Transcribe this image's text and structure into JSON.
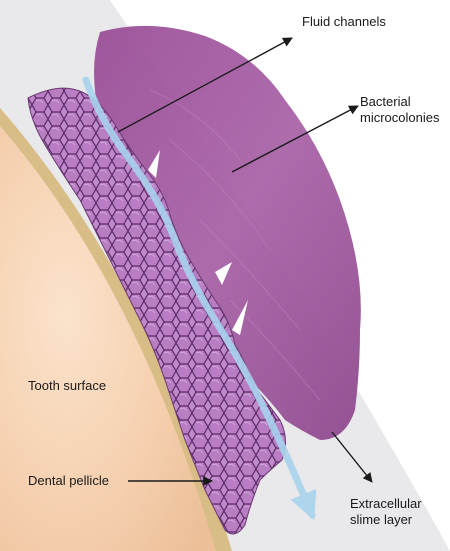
{
  "labels": {
    "fluid_channels": "Fluid channels",
    "bacterial_line1": "Bacterial",
    "bacterial_line2": "microcolonies",
    "tooth_surface": "Tooth surface",
    "dental_pellicle": "Dental pellicle",
    "slime_line1": "Extracellular",
    "slime_line2": "slime layer"
  },
  "colors": {
    "tooth": "#f5cfae",
    "pellicle": "#d8bd86",
    "slime": "#a05a9e",
    "microcolony": "#b879c2",
    "cell_outline": "#5b2a66",
    "fluid_channel": "#a9d3ee",
    "environment": "#e9e9ec",
    "arrow": "#1a1a1a"
  }
}
